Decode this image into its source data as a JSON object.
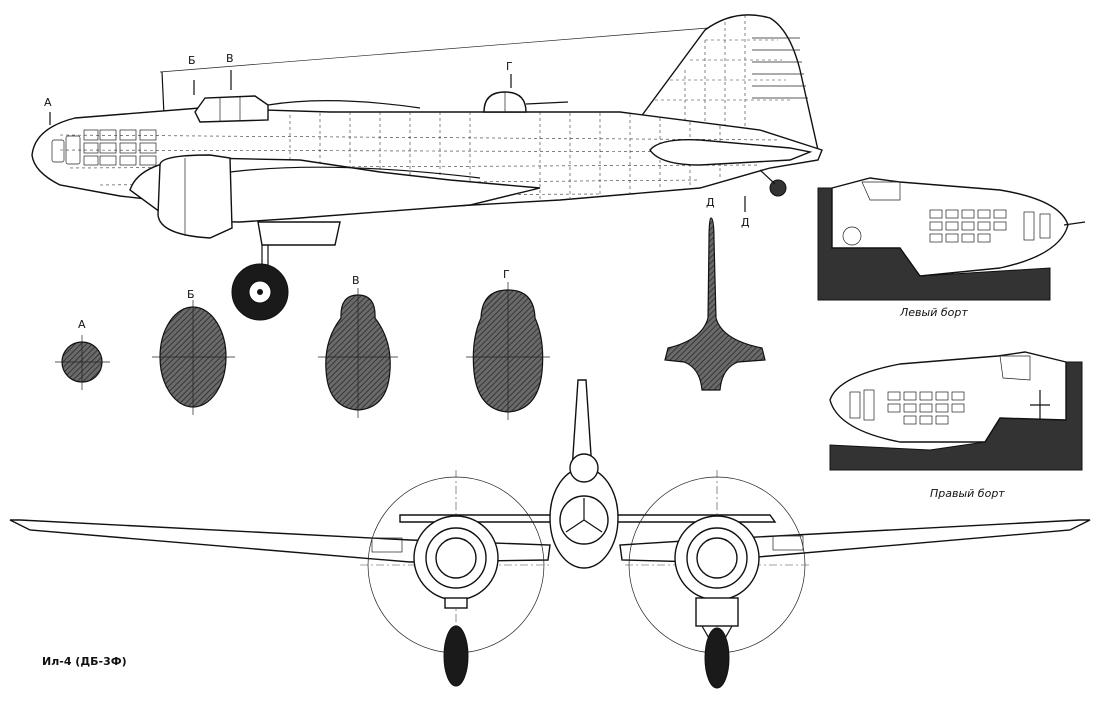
{
  "title": "Ил-4 (ДБ-3Ф)",
  "section_labels": {
    "a": "А",
    "b": "Б",
    "v": "В",
    "g": "Г",
    "d": "Д"
  },
  "captions": {
    "left_side": "Левый борт",
    "right_side": "Правый борт"
  }
}
